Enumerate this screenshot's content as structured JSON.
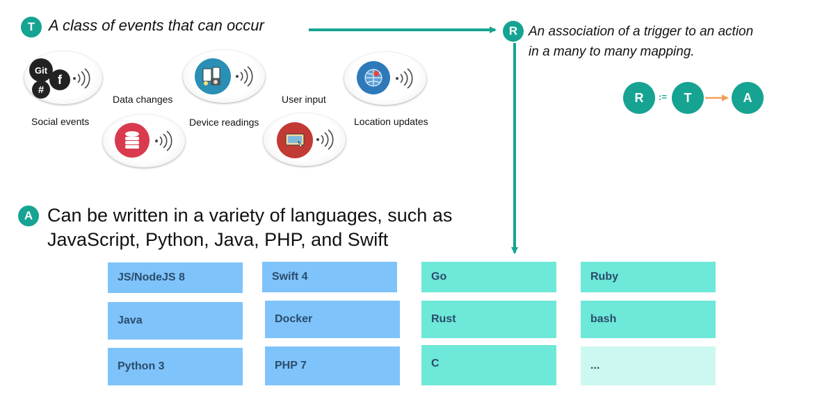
{
  "trigger": {
    "badge": "T",
    "text": "A class of events that can occur"
  },
  "rule": {
    "badge": "R",
    "line1": "An association of a trigger to an action",
    "line2": "in a many to many mapping."
  },
  "action": {
    "badge": "A",
    "line1": "Can be written in a variety of languages, such as",
    "line2": "JavaScript, Python, Java, PHP, and Swift"
  },
  "formula": {
    "r": "R",
    "op": ":=",
    "t": "T",
    "a": "A"
  },
  "events": {
    "social": {
      "label": "Social events",
      "git": "Git",
      "fb": "f",
      "hash": "#"
    },
    "data": {
      "label": "Data changes"
    },
    "device": {
      "label": "Device readings"
    },
    "user": {
      "label": "User input"
    },
    "location": {
      "label": "Location updates"
    }
  },
  "languages": [
    [
      "JS/NodeJS 8",
      "Swift 4",
      "Go",
      "Ruby"
    ],
    [
      "Java",
      "Docker",
      "Rust",
      "bash"
    ],
    [
      "Python 3",
      "PHP 7",
      "C",
      "..."
    ]
  ],
  "colors": {
    "badge": "#16a392",
    "blue_cell": "#7fc3fb",
    "teal_cell": "#6ee8d8",
    "light_teal_cell": "#cdf8f2",
    "cell_text": "#2a4c6b",
    "arrow": "#16a392",
    "formula_arrow": "#f0a05a"
  }
}
